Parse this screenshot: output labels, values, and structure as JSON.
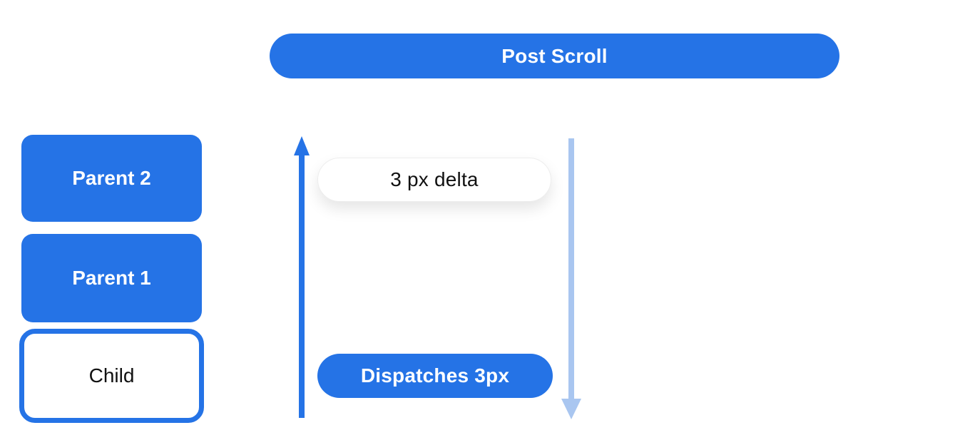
{
  "diagram": {
    "title": "Post Scroll",
    "nodes": {
      "parent2": "Parent 2",
      "parent1": "Parent 1",
      "child": "Child"
    },
    "labels": {
      "delta": "3 px delta",
      "dispatch": "Dispatches 3px"
    },
    "icons": {
      "up_arrow": "arrow-up-icon",
      "down_arrow": "arrow-down-icon"
    },
    "colors": {
      "primary_blue": "#2573e6",
      "light_blue": "#a9c6f0",
      "pill_border": "#ededed",
      "text_dark": "#111111",
      "background": "#ffffff"
    }
  }
}
